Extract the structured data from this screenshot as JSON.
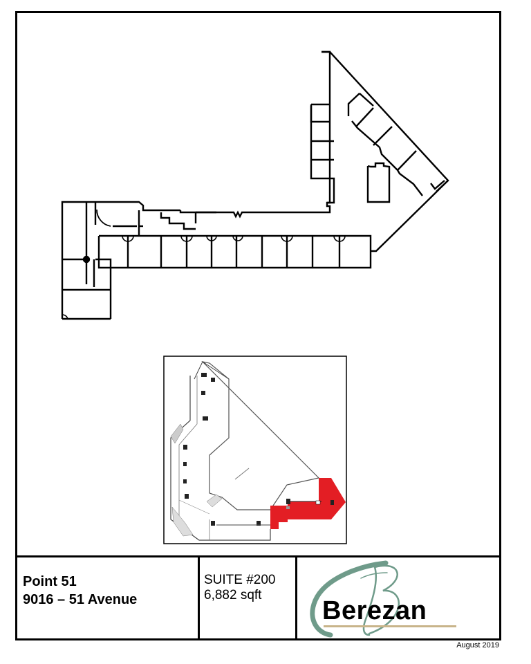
{
  "property": {
    "name": "Point 51",
    "address": "9016 – 51 Avenue"
  },
  "suite": {
    "label": "SUITE #200",
    "area": "6,882 sqft"
  },
  "logo": {
    "wordmark": "Berezan",
    "monogram": "B",
    "monogram_color": "#6f9b8a",
    "underline_color": "#c8b48a"
  },
  "date": "August 2019",
  "floor_plan": {
    "description": "Suite #200 floor plan outline"
  },
  "key_plan": {
    "description": "Building key plan with suite highlighted",
    "highlight_color": "#e31e24"
  }
}
